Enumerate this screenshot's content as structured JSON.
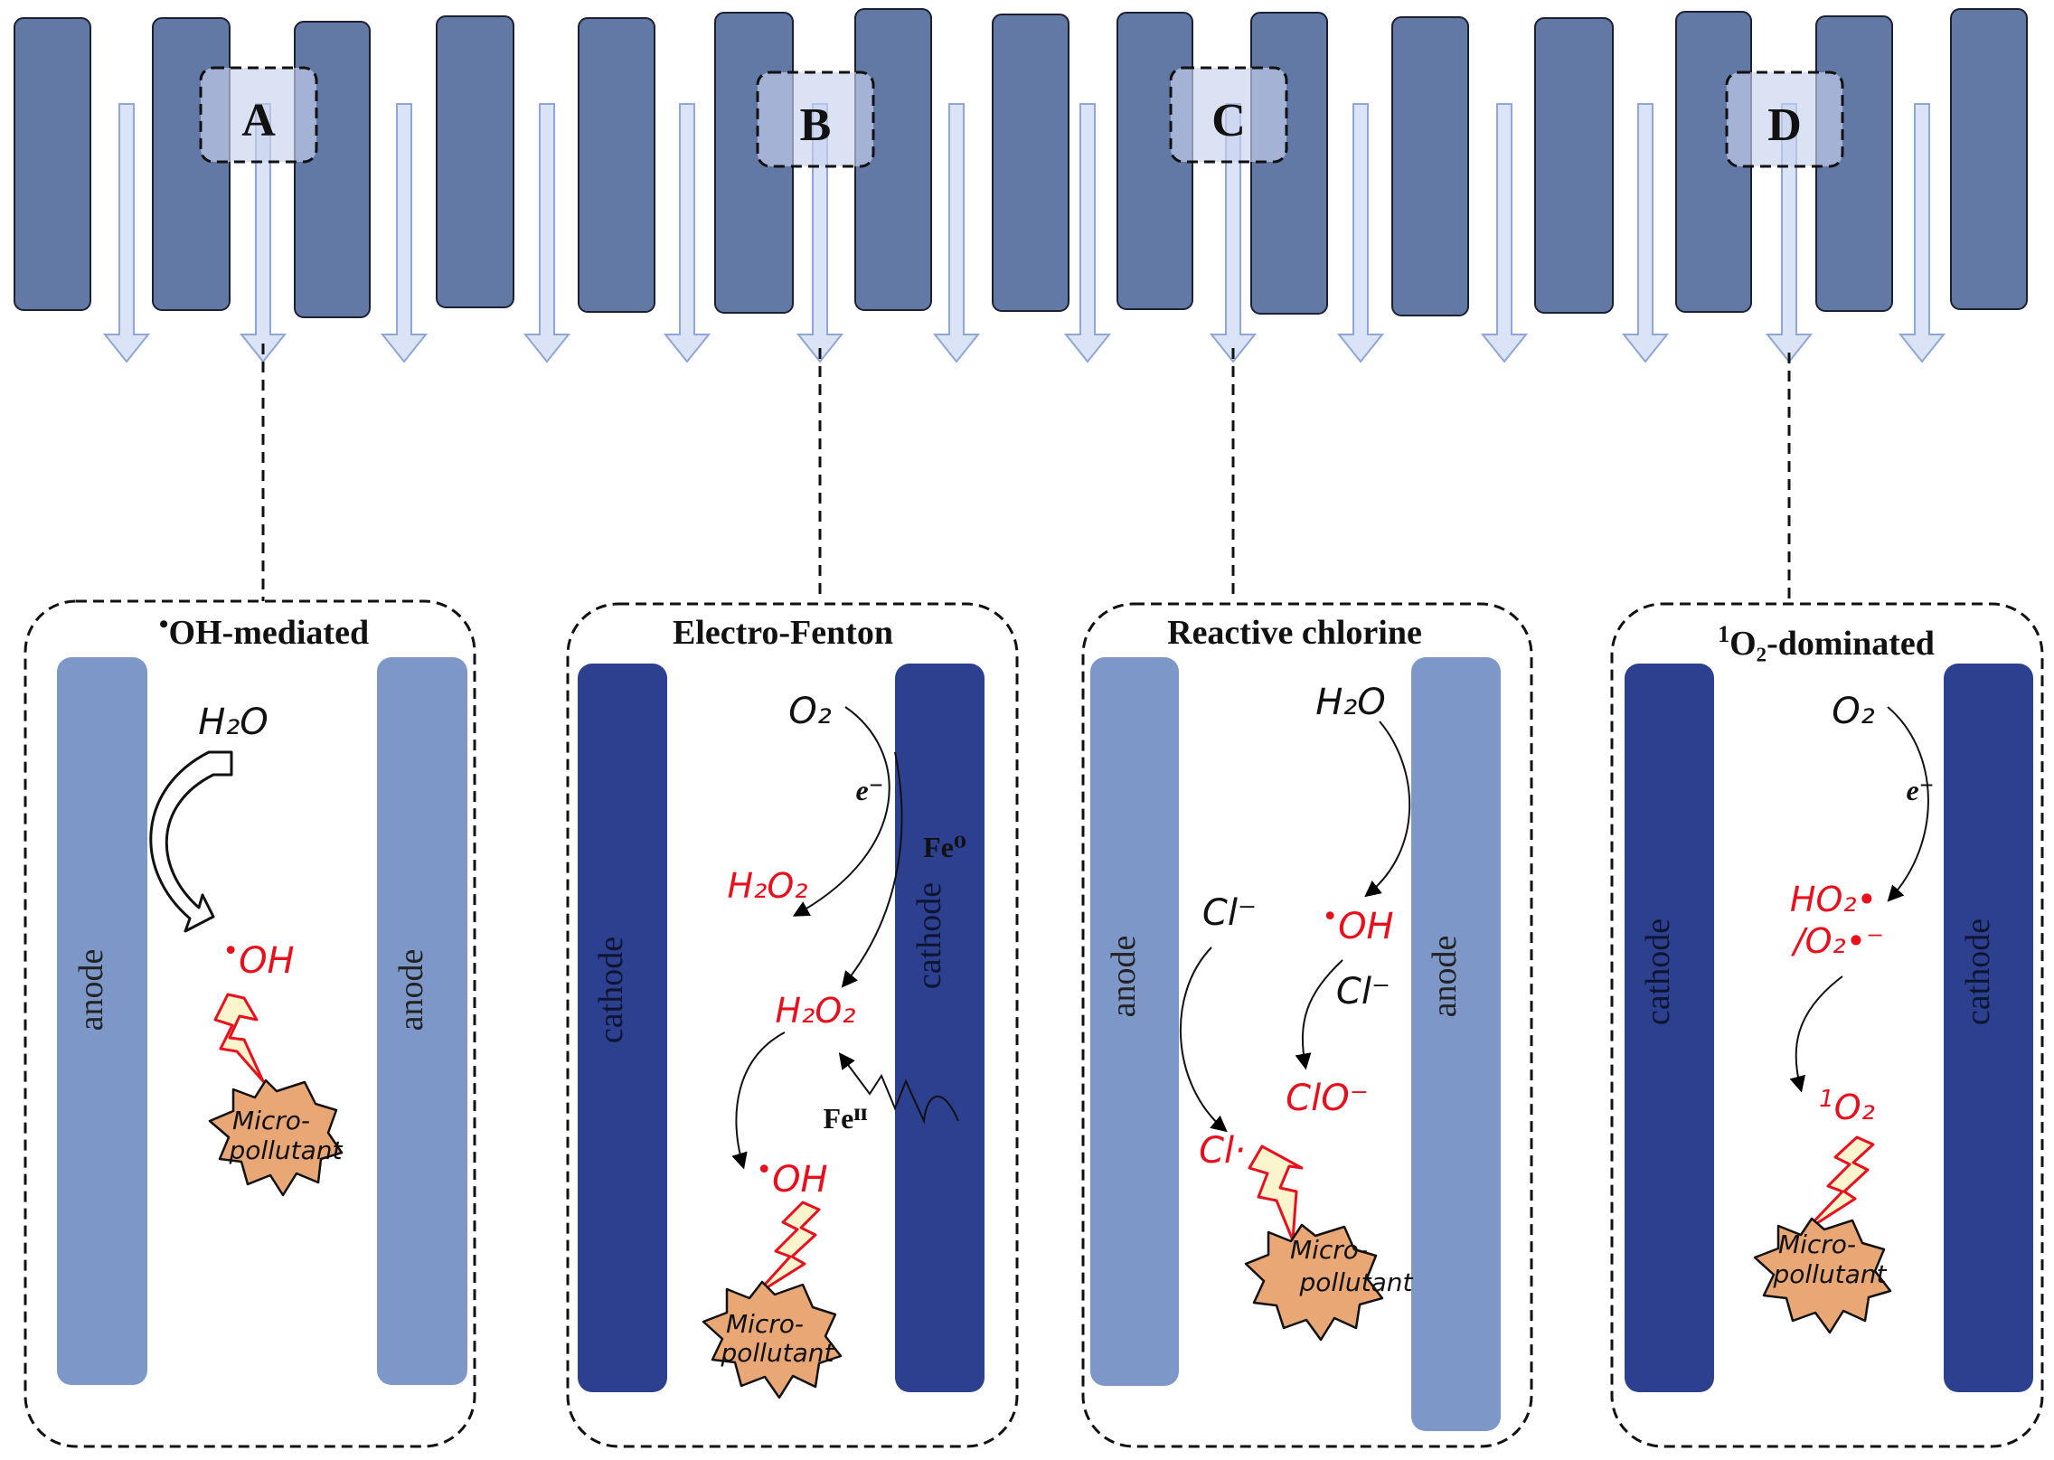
{
  "colors": {
    "plate": "#6279a6",
    "plate_stroke": "#1c2030",
    "flow_arrow_fill": "#dbe4f7",
    "flow_arrow_stroke": "#8ea6d8",
    "anode": "#7d98c8",
    "cathode": "#2d3f8f",
    "red": "#e8101c",
    "burst_fill": "#e8a774",
    "bolt_fill": "#fcf4cc"
  },
  "labels": {
    "A": "A",
    "B": "B",
    "C": "C",
    "D": "D"
  },
  "panels": {
    "A": {
      "title_dot": "•",
      "title": "OH-mediated",
      "left_electrode": "anode",
      "right_electrode": "anode",
      "h2o": "H₂O",
      "oh_dot": "•",
      "oh": "OH",
      "mp1": "Micro-",
      "mp2": "pollutant"
    },
    "B": {
      "title": "Electro-Fenton",
      "left_electrode": "cathode",
      "right_electrode": "cathode",
      "o2": "O₂",
      "e": "e⁻",
      "fe0": "Fe⁰",
      "h2o2_a": "H₂O₂",
      "h2o2_b": "H₂O₂",
      "feii": "Feᴵᴵ",
      "oh_dot": "•",
      "oh": "OH",
      "mp1": "Micro-",
      "mp2": "pollutant"
    },
    "C": {
      "title": "Reactive chlorine",
      "left_electrode": "anode",
      "right_electrode": "anode",
      "h2o": "H₂O",
      "cl_minus_1": "Cl⁻",
      "oh_dot": "•",
      "oh": "OH",
      "cl_minus_2": "Cl⁻",
      "clo": "ClO⁻",
      "cl_rad": "Cl·",
      "mp1": "Micro-",
      "mp2": "pollutant"
    },
    "D": {
      "title_sup": "1",
      "title": "O₂-dominated",
      "left_electrode": "cathode",
      "right_electrode": "cathode",
      "o2": "O₂",
      "e": "e⁻",
      "ho2": "HO₂•",
      "o2rad": "/O₂•⁻",
      "singlet_sup": "1",
      "singlet": "O₂",
      "mp1": "Micro-",
      "mp2": "pollutant"
    }
  }
}
